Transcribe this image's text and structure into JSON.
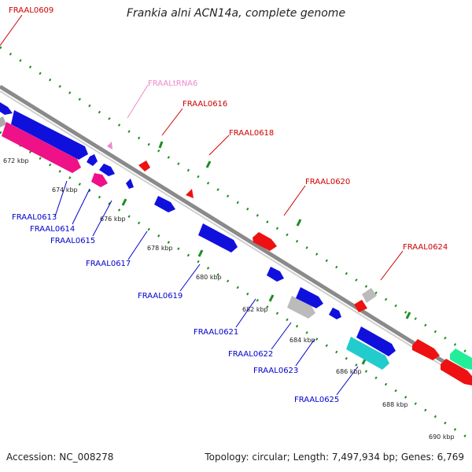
{
  "title": "Frankia alni ACN14a, complete genome",
  "footer": {
    "accession": "Accession: NC_008278",
    "topology": "Topology: circular; Length: 7,497,934 bp; Genes: 6,769"
  },
  "colors": {
    "backbone": "#8a8a8a",
    "forward_label": "#cc0000",
    "reverse_label": "#0000cc",
    "trna_label": "#ee88cc",
    "tick": "#1e8c1e"
  },
  "ticks": [
    "672 kbp",
    "674 kbp",
    "676 kbp",
    "678 kbp",
    "680 kbp",
    "682 kbp",
    "684 kbp",
    "686 kbp",
    "688 kbp",
    "690 kbp"
  ],
  "forward_labels": [
    "FRAAL0609",
    "FRAAL0616",
    "FRAAL0618",
    "FRAAL0620",
    "FRAAL0624"
  ],
  "trna_label": "FRAALtRNA6",
  "reverse_labels": [
    "FRAAL0613",
    "FRAAL0614",
    "FRAAL0615",
    "FRAAL0617",
    "FRAAL0619",
    "FRAAL0621",
    "FRAAL0622",
    "FRAAL0623",
    "FRAAL0625"
  ]
}
